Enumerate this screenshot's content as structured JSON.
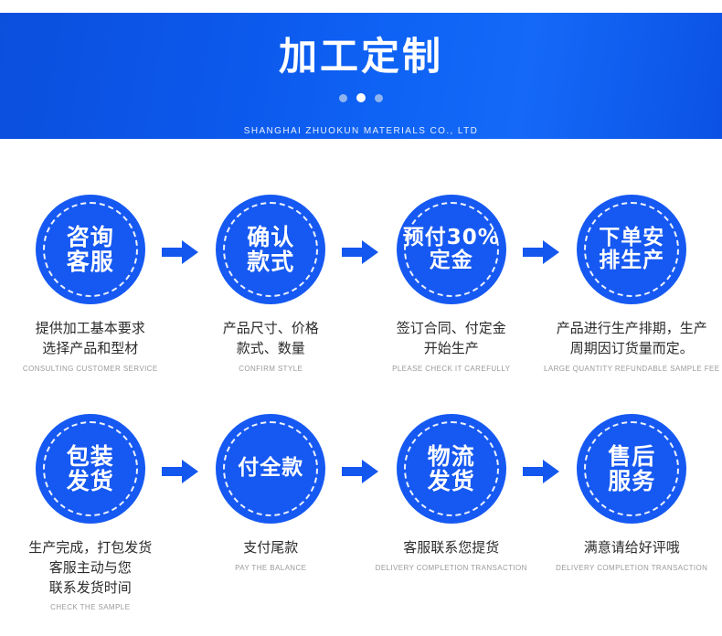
{
  "banner": {
    "title": "加工定制",
    "subtitle": "SHANGHAI ZHUOKUN MATERIALS CO., LTD",
    "dots": [
      {
        "name": "dot-1",
        "active": false
      },
      {
        "name": "dot-2",
        "active": true
      },
      {
        "name": "dot-3",
        "active": false
      }
    ],
    "colors": {
      "gradient_start": "#0b4fdd",
      "gradient_mid": "#0e63f5",
      "gradient_end": "#0b52e4",
      "title_color": "#ffffff",
      "subtitle_color": "#e8effc"
    }
  },
  "theme": {
    "circle_blue": "#1659f2",
    "arrow_blue": "#1457ef",
    "desc_color": "#2b2b2b",
    "sub_color": "#9a9a9a",
    "page_bg": "#ffffff"
  },
  "flow": {
    "row1": [
      {
        "id": "step-1",
        "circle_text": "咨询\n客服",
        "desc": "提供加工基本要求\n选择产品和型材",
        "sub": "CONSULTING CUSTOMER SERVICE",
        "arrow": true
      },
      {
        "id": "step-2",
        "circle_text": "确认\n款式",
        "desc": "产品尺寸、价格\n款式、数量",
        "sub": "CONFIRM STYLE",
        "arrow": true
      },
      {
        "id": "step-3",
        "circle_text": "预付30%\n定金",
        "desc": "签订合同、付定金\n开始生产",
        "sub": "PLEASE CHECK IT CAREFULLY",
        "arrow": true
      },
      {
        "id": "step-4",
        "circle_text": "下单安\n排生产",
        "desc": "产品进行生产排期，生产\n周期因订货量而定。",
        "sub": "LARGE QUANTITY REFUNDABLE SAMPLE FEE",
        "arrow": false
      }
    ],
    "row2": [
      {
        "id": "step-5",
        "circle_text": "包装\n发货",
        "desc": "生产完成，打包发货\n客服主动与您\n联系发货时间",
        "sub": "CHECK THE SAMPLE",
        "arrow": true
      },
      {
        "id": "step-6",
        "circle_text": "付全款",
        "desc": "支付尾款",
        "sub": "PAY THE BALANCE",
        "arrow": true
      },
      {
        "id": "step-7",
        "circle_text": "物流\n发货",
        "desc": "客服联系您提货",
        "sub": "DELIVERY COMPLETION TRANSACTION",
        "arrow": true
      },
      {
        "id": "step-8",
        "circle_text": "售后\n服务",
        "desc": "满意请给好评哦",
        "sub": "DELIVERY COMPLETION TRANSACTION",
        "arrow": false
      }
    ]
  }
}
